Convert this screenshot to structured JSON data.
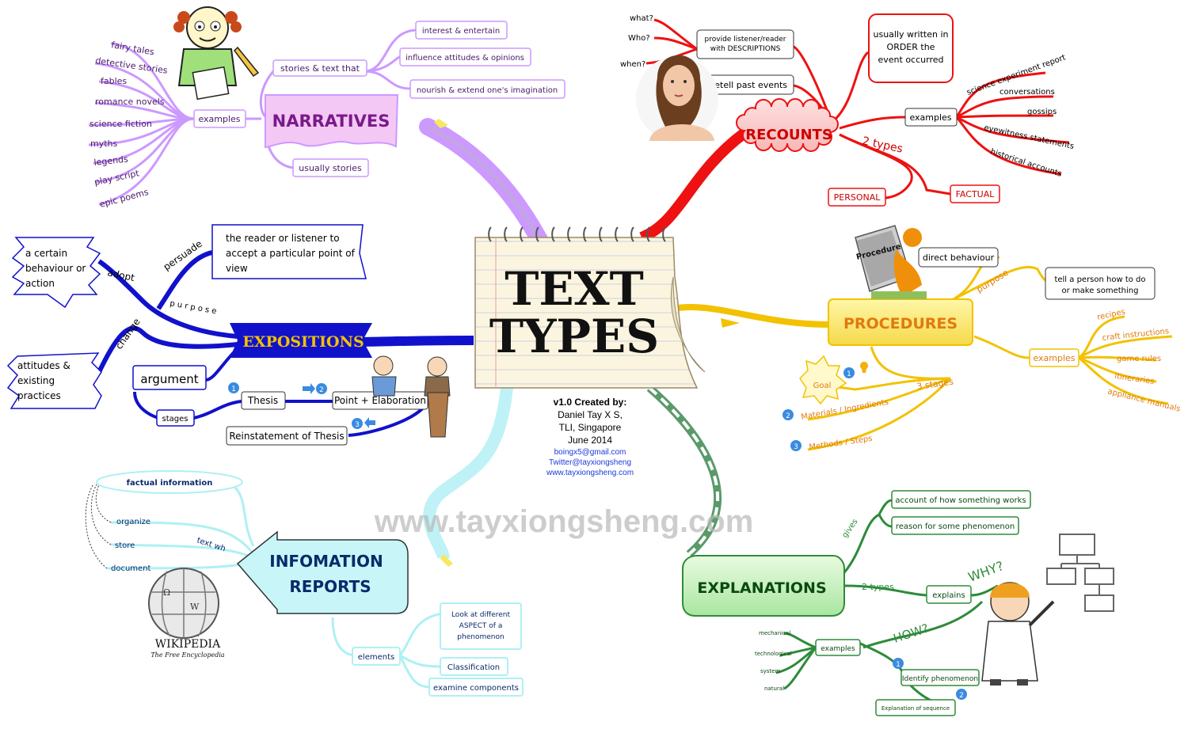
{
  "center": {
    "line1": "TEXT",
    "line2": "TYPES"
  },
  "credits": {
    "version": "v1.0 Created by:",
    "author": "Daniel Tay X S,",
    "org": "TLI, Singapore",
    "date": "June 2014",
    "email": "boingx5@gmail.com",
    "twitter": "Twitter@tayxiongsheng",
    "web": "www.tayxiongsheng.com"
  },
  "watermark": "www.tayxiongsheng.com",
  "colors": {
    "narratives": "#cc99ff",
    "recounts": "#ee1111",
    "procedures": "#f2c200",
    "explanations": "#2e8b3a",
    "reports": "#aef0f4",
    "expositions": "#1111cc"
  },
  "narratives": {
    "title": "NARRATIVES",
    "stories_text_that": "stories & text that",
    "purposes": [
      "interest & entertain",
      "influence attitudes & opinions",
      "nourish & extend one's imagination"
    ],
    "usually": "usually stories",
    "examples_label": "examples",
    "examples": [
      "fairy tales",
      "detective stories",
      "fables",
      "romance novels",
      "science fiction",
      "myths",
      "legends",
      "play script",
      "epic poems"
    ]
  },
  "recounts": {
    "title": "RECOUNTS",
    "describe": "provide listener/reader with DESCRIPTIONS",
    "questions": [
      "what?",
      "Who?",
      "when?"
    ],
    "retell": "retell past events",
    "order": "usually written in ORDER the event occurred",
    "examples_label": "examples",
    "examples": [
      "science experiment report",
      "conversations",
      "gossips",
      "eyewitness statements",
      "historical accounts"
    ],
    "types_label": "2 types",
    "types": [
      "PERSONAL",
      "FACTUAL"
    ]
  },
  "procedures": {
    "title": "PROCEDURES",
    "book_label": "Procedure",
    "direct": "direct behaviour",
    "purpose_label": "purpose",
    "tell": "tell a person how to do or make something",
    "examples_label": "examples",
    "examples": [
      "recipes",
      "craft instructions",
      "game rules",
      "itineraries",
      "appliance manuals"
    ],
    "stages_label": "3 stages",
    "stages": [
      "Goal",
      "Materials / Ingredients",
      "Methods / Steps"
    ],
    "stage_numbers": [
      "1",
      "2",
      "3"
    ]
  },
  "explanations": {
    "title": "EXPLANATIONS",
    "gives_label": "gives",
    "gives": [
      "account of how something works",
      "reason for some phenomenon"
    ],
    "types_label": "2 types",
    "explains": "explains",
    "why": "WHY?",
    "how": "HOW?",
    "examples_label": "examples",
    "examples": [
      "mechanical",
      "technological",
      "system",
      "natural"
    ],
    "steps": [
      "Identify phenomenon",
      "Explanation of sequence"
    ],
    "step_numbers": [
      "1",
      "2"
    ]
  },
  "reports": {
    "title1": "INFOMATION",
    "title2": "REPORTS",
    "text_with": "text wh",
    "factual": "factual information",
    "verbs": [
      "organize",
      "store",
      "document"
    ],
    "elements_label": "elements",
    "elements": [
      "Look at different ASPECT of a phenomenon",
      "Classification",
      "examine components"
    ],
    "wiki_name": "WIKIPEDIA",
    "wiki_sub": "The Free Encyclopedia"
  },
  "expositions": {
    "title": "EXPOSITIONS",
    "persuade_label": "persuade",
    "persuade_text": "the reader or listener to accept a particular point of view",
    "adopt_label": "adopt",
    "adopt_text": "a certain behaviour or action",
    "purpose_label": "p u r p o s e",
    "change_label": "change",
    "change_text": "attitudes & existing practices",
    "argument": "argument",
    "stages_label": "stages",
    "thesis": "Thesis",
    "point": "Point + Elaboration",
    "restate": "Reinstatement of Thesis",
    "stage_numbers": [
      "1",
      "2",
      "3"
    ]
  }
}
